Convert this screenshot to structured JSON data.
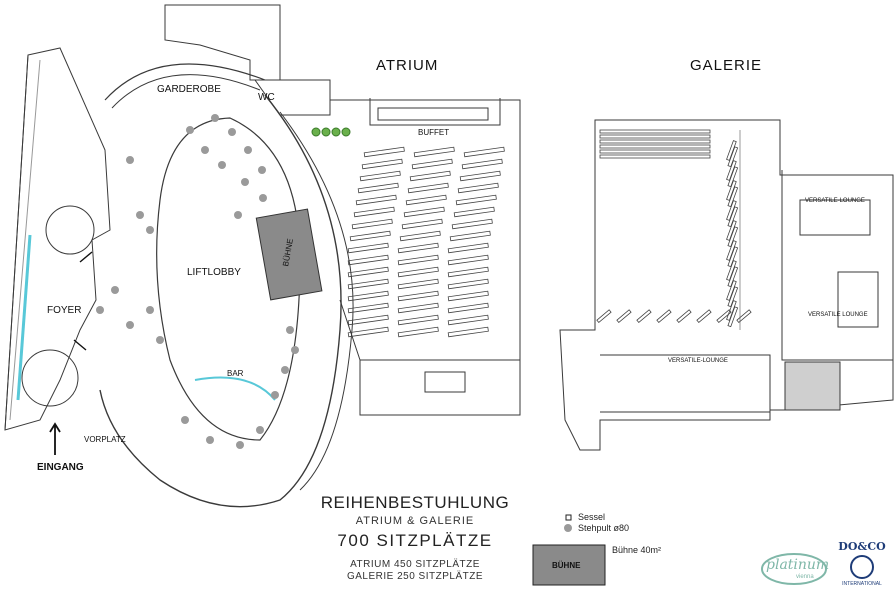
{
  "labels": {
    "atrium": "ATRIUM",
    "galerie": "GALERIE",
    "garderobe": "GARDEROBE",
    "wc": "WC",
    "buffet": "BUFFET",
    "foyer": "FOYER",
    "liftlobby": "LIFTLOBBY",
    "bar": "BAR",
    "buehne": "BÜHNE",
    "vorplatz": "VORPLATZ",
    "eingang": "EINGANG",
    "versatile_lounge_1": "VERSATILE-LOUNGE",
    "versatile_lounge_2": "VERSATILE LOUNGE",
    "versatile_lounge_3": "VERSATILE-LOUNGE"
  },
  "title": {
    "line1": "REIHENBESTUHLUNG",
    "line2": "ATRIUM & GALERIE",
    "line3": "700 SITZPLÄTZE",
    "line4": "ATRIUM 450 SITZPLÄTZE",
    "line5": "GALERIE 250 SITZPLÄTZE"
  },
  "legend": {
    "sessel": "Sessel",
    "stehpult": "Stehpult ø80",
    "buehne": "Bühne 40m²",
    "stage_label": "BÜHNE"
  },
  "logos": {
    "platinum": "platinum",
    "platinum_sub": "vienna",
    "doco": "DO&CO",
    "doco_sub": "INTERNATIONAL"
  },
  "colors": {
    "line": "#3a3a3a",
    "cyan": "#58c8d8",
    "green": "#6ab04c",
    "stage": "#8a8a8a",
    "dot": "#9a9a9a"
  }
}
